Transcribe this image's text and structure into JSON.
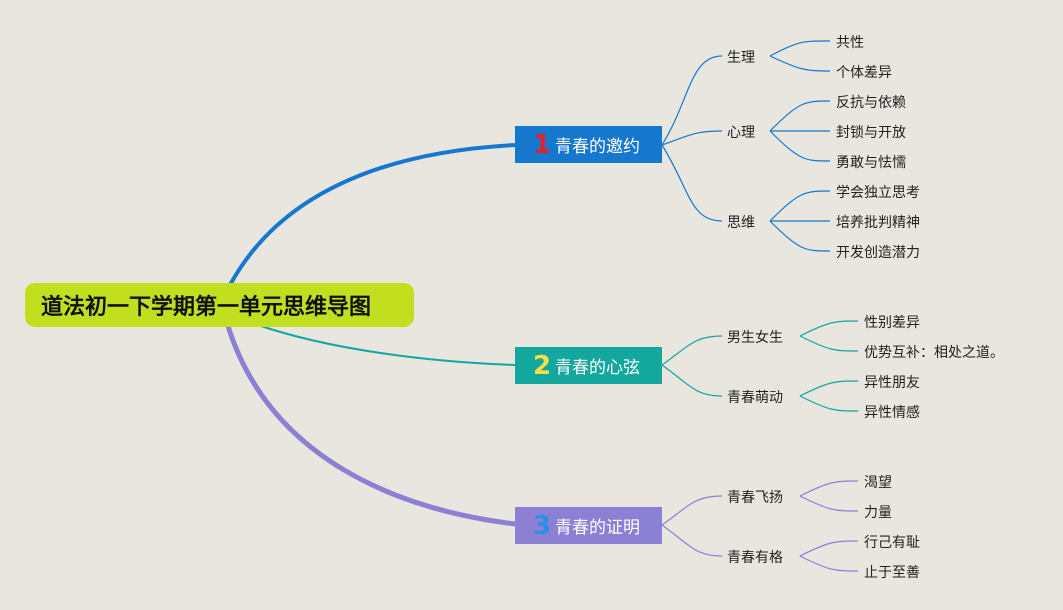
{
  "root": {
    "title": "道法初一下学期第一单元思维导图"
  },
  "branches": [
    {
      "num": "1",
      "label": "青春的邀约",
      "color": "#1677cf",
      "subs": [
        {
          "label": "生理",
          "leaves": [
            "共性",
            "个体差异"
          ]
        },
        {
          "label": "心理",
          "leaves": [
            "反抗与依赖",
            "封锁与开放",
            "勇敢与怯懦"
          ]
        },
        {
          "label": "思维",
          "leaves": [
            "学会独立思考",
            "培养批判精神",
            "开发创造潜力"
          ]
        }
      ]
    },
    {
      "num": "2",
      "label": "青春的心弦",
      "color": "#13a79e",
      "subs": [
        {
          "label": "男生女生",
          "leaves": [
            "性别差异",
            "优势互补：相处之道。"
          ]
        },
        {
          "label": "青春萌动",
          "leaves": [
            "异性朋友",
            "异性情感"
          ]
        }
      ]
    },
    {
      "num": "3",
      "label": "青春的证明",
      "color": "#8c80d5",
      "subs": [
        {
          "label": "青春飞扬",
          "leaves": [
            "渴望",
            "力量"
          ]
        },
        {
          "label": "青春有格",
          "leaves": [
            "行己有耻",
            "止于至善"
          ]
        }
      ]
    }
  ]
}
